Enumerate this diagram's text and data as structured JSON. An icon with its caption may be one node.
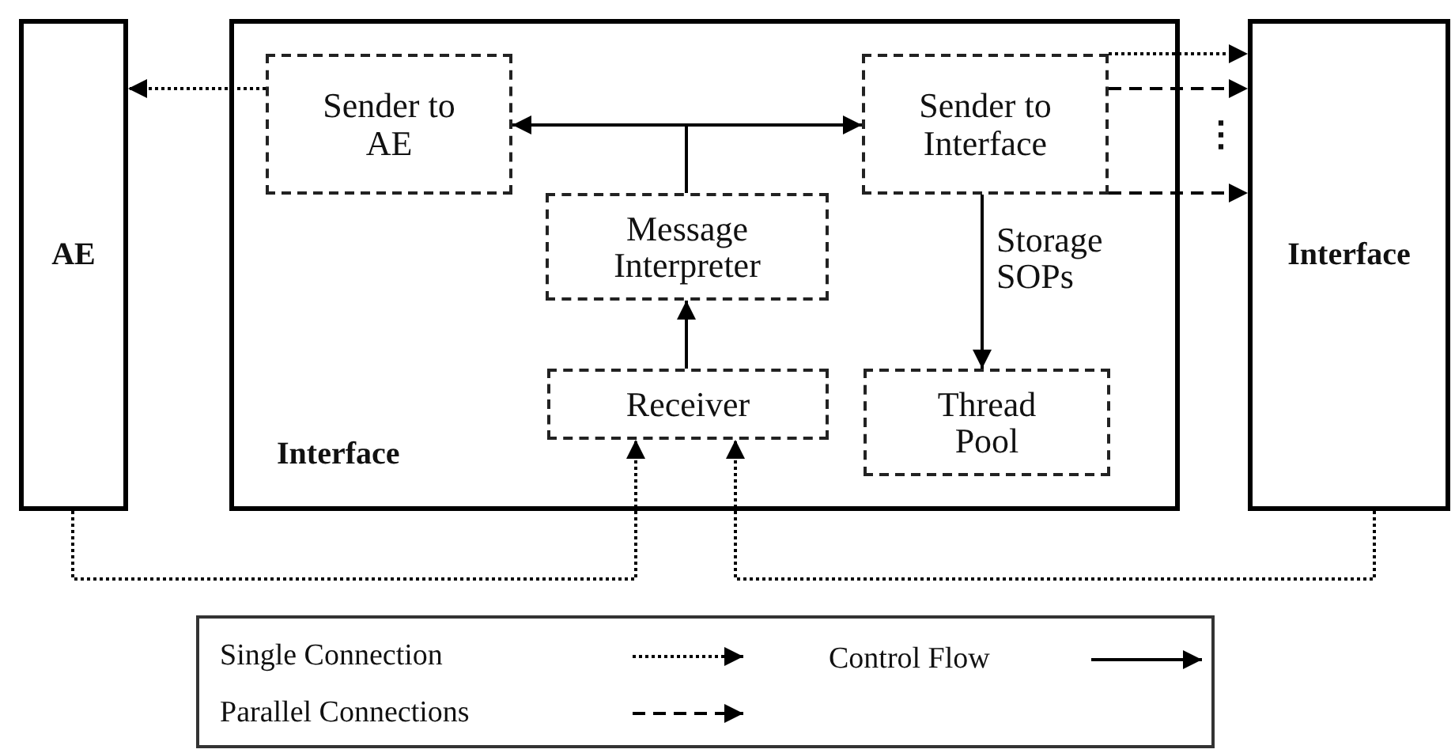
{
  "diagram": {
    "nodes": [
      {
        "text": [
          "AE"
        ]
      },
      {
        "text": [
          "Interface"
        ]
      },
      {
        "text": [
          "Sender to AE"
        ],
        "in": 1
      },
      {
        "text": [
          "Sender to Interface"
        ],
        "in": 1
      },
      {
        "text": [
          "Message Interpreter"
        ],
        "in": 1
      },
      {
        "text": [
          "Receiver"
        ],
        "in": 1
      },
      {
        "text": [
          "Thread Pool"
        ],
        "in": 1
      },
      {
        "text": [
          "Interface"
        ]
      }
    ],
    "edges": [
      {
        "from": 2,
        "to": 0,
        "arrow": "to",
        "style": "dashed"
      },
      {
        "from": 4,
        "to": 2,
        "arrow": "to"
      },
      {
        "from": 4,
        "to": 3,
        "arrow": "to"
      },
      {
        "from": 5,
        "to": 4,
        "arrow": "to"
      },
      {
        "from": 3,
        "to": 6,
        "arrow": "to",
        "label": "Storage SOPs"
      },
      {
        "from": 3,
        "to": 7,
        "arrow": "to",
        "style": "dashed"
      },
      {
        "from": 3,
        "to": 7,
        "arrow": "to",
        "style": "dashed"
      },
      {
        "from": 3,
        "to": 7,
        "arrow": "to",
        "style": "dashed"
      },
      {
        "from": 0,
        "to": 5,
        "arrow": "to",
        "style": "dashed"
      },
      {
        "from": 7,
        "to": 5,
        "arrow": "to",
        "style": "dashed"
      }
    ],
    "labels": [
      "⋮"
    ],
    "legend": [
      {
        "text": "Single Connection"
      },
      {
        "text": "Parallel Connections"
      },
      {
        "text": "Control Flow"
      }
    ]
  }
}
